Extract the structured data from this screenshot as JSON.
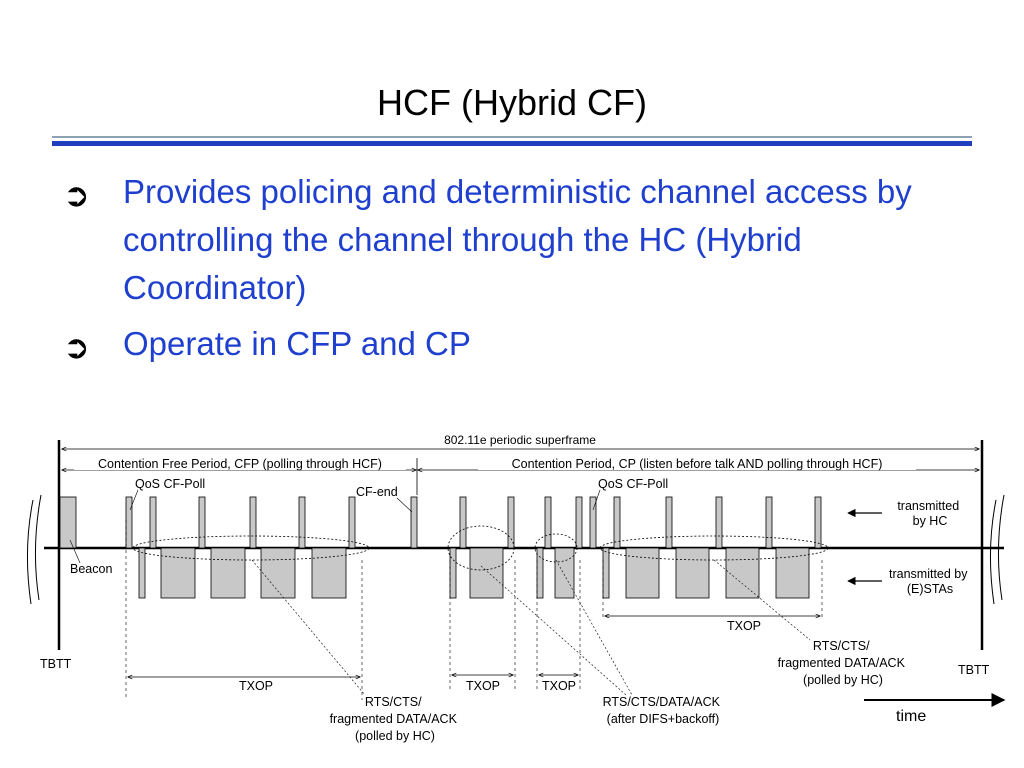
{
  "slide": {
    "title": "HCF (Hybrid CF)",
    "bullets": [
      "Provides policing and deterministic channel access by controlling the channel through the HC (Hybrid Coordinator)",
      "Operate in CFP and CP"
    ],
    "bullet_icon": "arrow-circle-icon",
    "colors": {
      "bullet_text": "#1f3fcf",
      "title_rule": "#1f3fbf",
      "frame_fill": "#c8c8c8"
    }
  },
  "diagram": {
    "superframe_label": "802.11e periodic superframe",
    "cfp_label": "Contention Free Period, CFP (polling through HCF)",
    "cp_label": "Contention Period, CP (listen before talk AND polling through HCF)",
    "qos_cf_poll_left": "QoS CF-Poll",
    "qos_cf_poll_right": "QoS CF-Poll",
    "cf_end": "CF-end",
    "beacon": "Beacon",
    "tbtt_left": "TBTT",
    "tbtt_right": "TBTT",
    "transmitted_by_hc": [
      "transmitted",
      "by HC"
    ],
    "transmitted_by_stas": [
      "transmitted by",
      "(E)STAs"
    ],
    "txop_cfp": "TXOP",
    "txop_cp1": "TXOP",
    "txop_cp2": "TXOP",
    "txop_cp_right": "TXOP",
    "rts_cfp": [
      "RTS/CTS/",
      "fragmented DATA/ACK",
      "(polled by HC)"
    ],
    "rts_contention": [
      "RTS/CTS/DATA/ACK",
      "(after DIFS+backoff)"
    ],
    "rts_cp_polled": [
      "RTS/CTS/",
      "fragmented DATA/ACK",
      "(polled by HC)"
    ],
    "time": "time"
  }
}
